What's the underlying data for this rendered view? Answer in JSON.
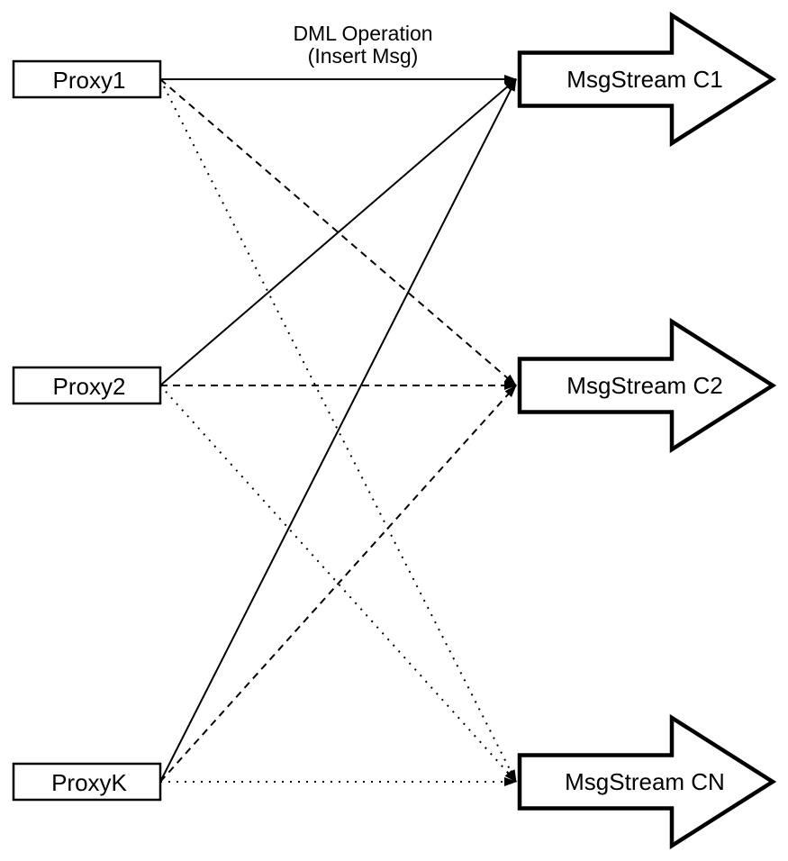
{
  "diagram": {
    "title": {
      "line1": "DML Operation",
      "line2": "(Insert Msg)"
    },
    "proxies": [
      {
        "id": "proxy1",
        "label": "Proxy1"
      },
      {
        "id": "proxy2",
        "label": "Proxy2"
      },
      {
        "id": "proxyk",
        "label": "ProxyK"
      }
    ],
    "streams": [
      {
        "id": "c1",
        "label": "MsgStream C1"
      },
      {
        "id": "c2",
        "label": "MsgStream C2"
      },
      {
        "id": "cn",
        "label": "MsgStream CN"
      }
    ],
    "edges": [
      {
        "from": "Proxy1",
        "to": "MsgStream C1",
        "line_style": "solid"
      },
      {
        "from": "Proxy1",
        "to": "MsgStream C2",
        "line_style": "dashed"
      },
      {
        "from": "Proxy1",
        "to": "MsgStream CN",
        "line_style": "dotted"
      },
      {
        "from": "Proxy2",
        "to": "MsgStream C1",
        "line_style": "solid"
      },
      {
        "from": "Proxy2",
        "to": "MsgStream C2",
        "line_style": "dashed"
      },
      {
        "from": "Proxy2",
        "to": "MsgStream CN",
        "line_style": "dotted"
      },
      {
        "from": "ProxyK",
        "to": "MsgStream C1",
        "line_style": "solid"
      },
      {
        "from": "ProxyK",
        "to": "MsgStream C2",
        "line_style": "dashed"
      },
      {
        "from": "ProxyK",
        "to": "MsgStream CN",
        "line_style": "dotted"
      }
    ],
    "colors": {
      "stroke": "#000000",
      "fill": "#ffffff",
      "background": "#ffffff"
    }
  }
}
